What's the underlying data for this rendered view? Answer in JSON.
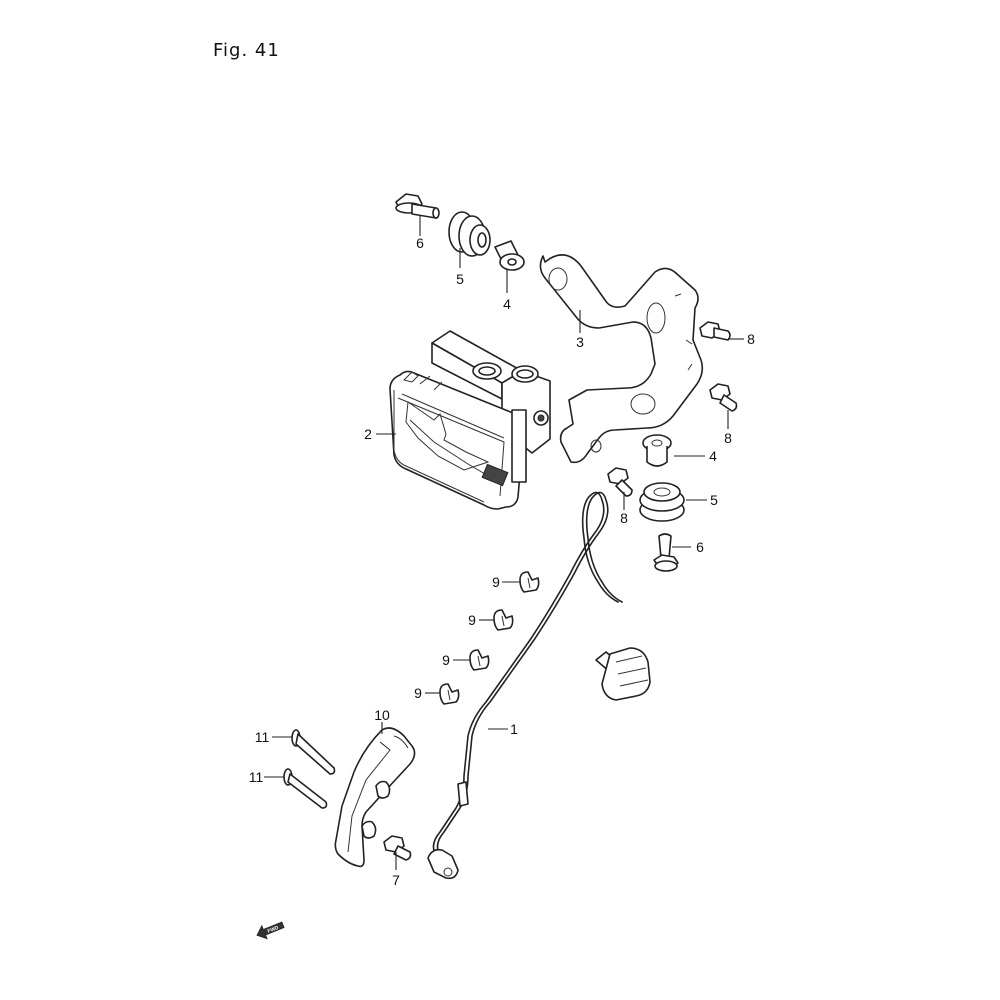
{
  "figure_title": "Fig. 41",
  "fwd_label": "FWD",
  "callouts": [
    {
      "id": "c1",
      "label": "1"
    },
    {
      "id": "c2",
      "label": "2"
    },
    {
      "id": "c3",
      "label": "3"
    },
    {
      "id": "c4a",
      "label": "4"
    },
    {
      "id": "c4b",
      "label": "4"
    },
    {
      "id": "c5a",
      "label": "5"
    },
    {
      "id": "c5b",
      "label": "5"
    },
    {
      "id": "c6a",
      "label": "6"
    },
    {
      "id": "c6b",
      "label": "6"
    },
    {
      "id": "c7",
      "label": "7"
    },
    {
      "id": "c8a",
      "label": "8"
    },
    {
      "id": "c8b",
      "label": "8"
    },
    {
      "id": "c8c",
      "label": "8"
    },
    {
      "id": "c9a",
      "label": "9"
    },
    {
      "id": "c9b",
      "label": "9"
    },
    {
      "id": "c9c",
      "label": "9"
    },
    {
      "id": "c9d",
      "label": "9"
    },
    {
      "id": "c10",
      "label": "10"
    },
    {
      "id": "c11a",
      "label": "11"
    },
    {
      "id": "c11b",
      "label": "11"
    }
  ]
}
